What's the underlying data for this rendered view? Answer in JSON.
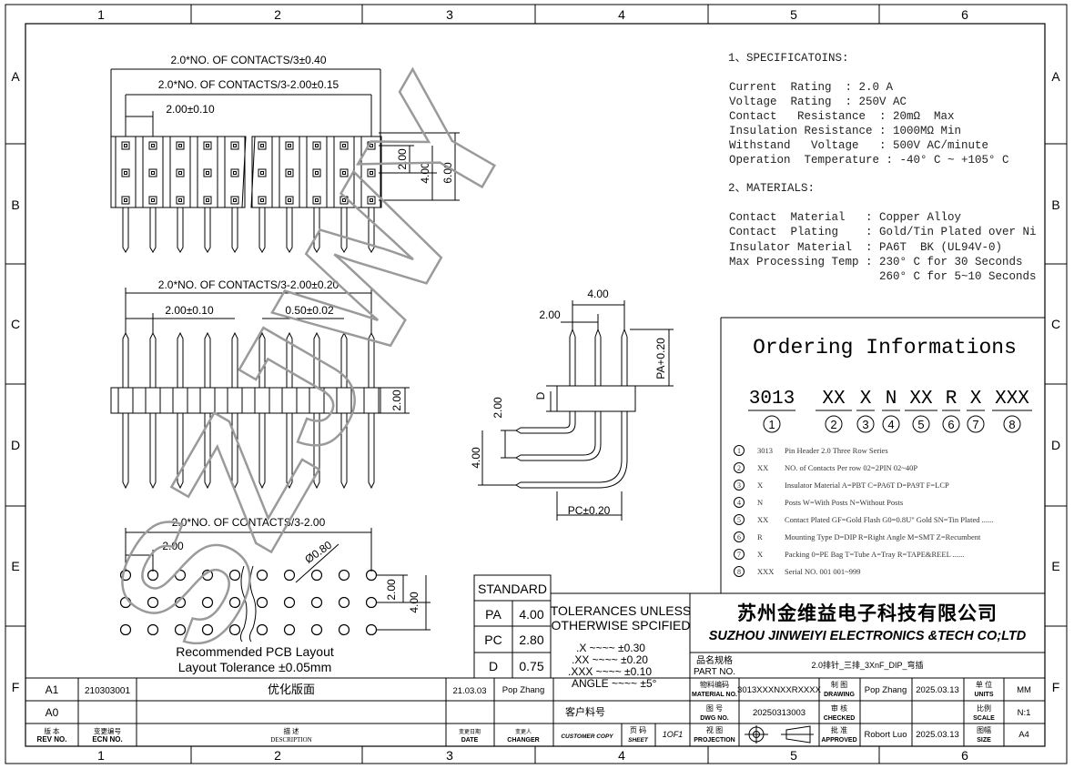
{
  "grid": {
    "cols": [
      "1",
      "2",
      "3",
      "4",
      "5",
      "6"
    ],
    "rows": [
      "A",
      "B",
      "C",
      "D",
      "E",
      "F"
    ]
  },
  "watermark": "SZJWY",
  "views": {
    "top": {
      "dim_total": "2.0*NO. OF CONTACTS/3±0.40",
      "dim_inner": "2.0*NO. OF CONTACTS/3-2.00±0.15",
      "dim_pitch": "2.00±0.10",
      "dim_row": "2.00",
      "dim_row2": "4.00",
      "dim_height": "6.00"
    },
    "front": {
      "dim_span": "2.0*NO. OF CONTACTS/3-2.00±0.20",
      "dim_pitch": "2.00±0.10",
      "dim_pin": "0.50±0.02",
      "dim_body": "2.00"
    },
    "side": {
      "dim_4": "4.00",
      "dim_2": "2.00",
      "dim_pa": "PA+0.20",
      "dim_d": "D",
      "dim_v2": "2.00",
      "dim_v4": "4.00",
      "dim_pc": "PC±0.20"
    },
    "pcb": {
      "dim_span": "2.0*NO. OF CONTACTS/3-2.00",
      "dim_pitch": "2.00",
      "dim_hole": "Ø0.80",
      "dim_row": "2.00",
      "dim_row2": "4.00",
      "caption1": "Recommended PCB Layout",
      "caption2": "Layout Tolerance ±0.05mm"
    }
  },
  "specs": {
    "heading": "1、SPECIFICATOINS:",
    "lines": [
      "Current  Rating  : 2.0 A",
      "Voltage  Rating  : 250V AC",
      "Contact   Resistance  : 20mΩ  Max",
      "Insulation Resistance : 1000MΩ Min",
      "Withstand   Voltage   : 500V AC/minute",
      "Operation  Temperature : -40° C ~ +105° C"
    ],
    "mat_heading": "2、MATERIALS:",
    "mat_lines": [
      "Contact  Material   : Copper Alloy",
      "Contact  Plating    : Gold/Tin Plated over Ni",
      "Insulator Material  : PA6T  BK (UL94V-0)",
      "Max Processing Temp : 230° C for 30 Seconds",
      "                      260° C for 5~10 Seconds"
    ]
  },
  "ordering": {
    "title": "Ordering Informations",
    "code": [
      "3013",
      "XX",
      "X",
      "N",
      "XX",
      "R",
      "X",
      "XXX"
    ],
    "nums": [
      "1",
      "2",
      "3",
      "4",
      "5",
      "6",
      "7",
      "8"
    ],
    "rows": [
      {
        "n": "1",
        "code": "3013",
        "desc": "Pin Header 2.0  Three Row Series"
      },
      {
        "n": "2",
        "code": "XX",
        "desc": "NO. of Contacts  Per   row     02=2PIN  02~40P"
      },
      {
        "n": "3",
        "code": "X",
        "desc": "Insulator Material                   A=PBT C=PA6T  D=PA9T  F=LCP"
      },
      {
        "n": "4",
        "code": "N",
        "desc": "Posts                     W=With Posts   N=Without Posts"
      },
      {
        "n": "5",
        "code": "XX",
        "desc": "Contact Plated    GF=Gold Flash  G0=0.8U\" Gold   SN=Tin Plated ......"
      },
      {
        "n": "6",
        "code": "R",
        "desc": "Mounting Type       D=DIP   R=Right Angle  M=SMT  Z=Recumbent"
      },
      {
        "n": "7",
        "code": "X",
        "desc": "Packing          0=PE Bag  T=Tube  A=Tray  R=TAPE&REEL ......"
      },
      {
        "n": "8",
        "code": "XXX",
        "desc": "Serial NO.             001    001~999"
      }
    ]
  },
  "standard": {
    "title": "STANDARD",
    "rows": [
      {
        "k": "PA",
        "v": "4.00"
      },
      {
        "k": "PC",
        "v": "2.80"
      },
      {
        "k": "D",
        "v": "0.75"
      }
    ]
  },
  "tolerances": {
    "title1": "TOLERANCES UNLESS",
    "title2": "OTHERWISE SPCIFIED",
    "lines": [
      ".X  ~~~~  ±0.30",
      ".XX  ~~~~  ±0.20",
      ".XXX  ~~~~  ±0.10",
      "ANGLE  ~~~~  ±5°"
    ]
  },
  "company": {
    "cn": "苏州金维益电子科技有限公司",
    "en": "SUZHOU JINWEIYI ELECTRONICS &TECH CO;LTD"
  },
  "titleblock": {
    "partno_label_cn": "品名规格",
    "partno_label": "PART NO.",
    "partno_value": "2.0排针_三排_3XnF_DIP_弯插",
    "material_label_cn": "物料编码",
    "material_label": "MATERIAL NO.",
    "material_value": "3013XXXNXXRXXXX",
    "drawing_label_cn": "制 图",
    "drawing_label": "DRAWING",
    "drawing_name": "Pop Zhang",
    "drawing_date": "2025.03.13",
    "units_label_cn": "单 位",
    "units_label": "UNITS",
    "units_value": "MM",
    "dwg_label_cn": "图 号",
    "dwg_label": "DWG NO.",
    "dwg_value": "20250313003",
    "checked_label_cn": "审 核",
    "checked_label": "CHECKED",
    "scale_label_cn": "比例",
    "scale_label": "SCALE",
    "scale_value": "N:1",
    "projection_label_cn": "视 图",
    "projection_label": "PROJECTION",
    "approved_label_cn": "批 准",
    "approved_label": "APPROVED",
    "approved_name": "Robort Luo",
    "approved_date": "2025.03.13",
    "size_label_cn": "图幅",
    "size_label": "SIZE",
    "size_value": "A4",
    "customer_label": "客户料号",
    "customer_copy": "CUSTOMER COPY",
    "sheet_label_cn": "页 码",
    "sheet_label": "SHEET",
    "sheet_value": "1OF1"
  },
  "revisions": {
    "rows": [
      {
        "rev": "A1",
        "ecn": "210303001",
        "desc": "优化版面",
        "date": "21.03.03",
        "changer": "Pop Zhang"
      },
      {
        "rev": "A0",
        "ecn": "",
        "desc": "",
        "date": "",
        "changer": ""
      }
    ],
    "hdr_rev_cn": "版 本",
    "hdr_rev": "REV NO.",
    "hdr_ecn_cn": "变更编号",
    "hdr_ecn": "ECN  NO.",
    "hdr_desc_cn": "描 述",
    "hdr_desc": "DESCRIPTION",
    "hdr_date_cn": "变更日期",
    "hdr_date": "DATE",
    "hdr_changer_cn": "变更人",
    "hdr_changer": "CHANGER"
  }
}
